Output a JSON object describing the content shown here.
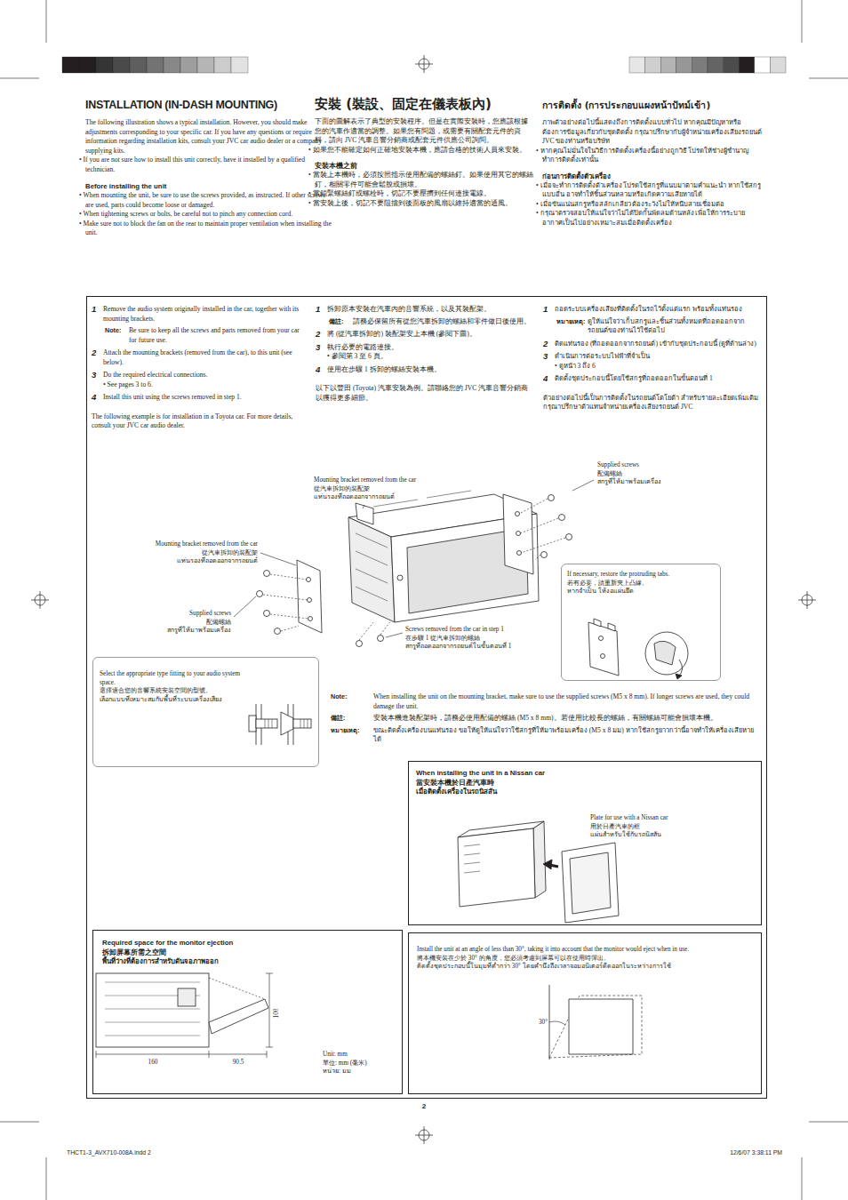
{
  "diagram": {
    "nodes": [
      {
        "text": [
          "1",
          "Remove the audio system originally installed in the car, together with its mounting brackets.",
          "Note:",
          "Be sure to keep all the screws and parts removed from your car for future use.",
          "2",
          "Attach the mounting brackets (removed from the car), to this unit (see below).",
          "3",
          "Do the required electrical connections.",
          "• See pages 3 to 6.",
          "4",
          "Install this unit using the screws removed in step 1.",
          "The following example is for installation in a Toyota car. For more details, consult your JVC car audio dealer.",
          "1",
          "拆卸原本安裝在汽車內的音響系統，以及其裝配架。",
          "備註:",
          "請務必保留所有從您汽車拆卸的螺絲和零件做日後使用。",
          "2",
          "將 (從汽車拆卸的) 裝配架安上本機 (參閱下圖)。",
          "3",
          "執行必要的電路連接。",
          "• 參閱第 3 至 6 頁。",
          "4",
          "使用在步驟 1 拆卸的螺絲安裝本機。",
          "以下以豐田 (Toyota) 汽車安裝為例。請聯絡您的 JVC 汽車音響分銷商以獲得更多細節。",
          "1",
          "ถอดระบบเครื่องเสียงที่ติดตั้งในรถไว้ตั้งแต่แรก พร้อมทั้งแท่นรอง",
          "หมายเหตุ:",
          "ดูให้แน่ใจว่าเก็บสกรูและชิ้นส่วนทั้งหมดที่ถอดออกจากรถยนต์ของท่านไว้ใช้ต่อไป",
          "2",
          "ติดแท่นรอง (ที่ถอดออกจากรถยนต์) เข้ากับชุดประกอบนี้ (ดูที่ด้านล่าง)",
          "3",
          "ดำเนินการต่อระบบไฟฟ้าที่จำเป็น",
          "• ดูหน้า 3 ถึง 6",
          "4",
          "ติดตั้งชุดประกอบนี้โดยใช้สกรูที่ถอดออกในขั้นตอนที่ 1",
          "ตัวอย่างต่อไปนี้เป็นการติดตั้งในรถยนต์โตโยต้า สำหรับรายละเอียดเพิ่มเติม กรุณาปรึกษาตัวแทนจำหน่ายเครื่องเสียงรถยนต์ JVC",
          "Note:",
          "When installing the unit on the mounting bracket, make sure to use the supplied screws (M5 x 8 mm). If longer screws are used, they could damage the unit.",
          "備註:",
          "安裝本機進裝配架時，請務必使用配備的螺絲 (M5 x 8 mm)。若使用比較長的螺絲，有關螺絲可能會損壞本機。",
          "หมายเหตุ:",
          "ขณะติดตั้งเครื่องบนแท่นรอง ขอให้ดูให้แน่ใจว่าใช้สกรูที่ให้มาพร้อมเครื่อง (M5 x 8 มม) หากใช้สกรูยาวกว่านี้อาจทำให้เครื่องเสียหายได้"
        ]
      },
      {
        "text": [
          "Select the appropriate type fitting to your audio system space.",
          "選擇適合您的音響系統安裝空間的型號。",
          "เลือกแบบที่เหมาะสมกับพื้นที่ระบบเครื่องเสียง"
        ],
        "in": 0
      },
      {
        "text": [
          "If necessary, restore the protruding tabs.",
          "若有必要，請重新夾上凸緣。",
          "หากจำเป็น ให้งอแผ่นยึด"
        ],
        "in": 0
      },
      {
        "text": [
          "When installing the unit in a Nissan car",
          "當安裝本機於日產汽車時",
          "เมื่อติดตั้งเครื่องในรถนิสสัน",
          "Plate for use with a Nissan car",
          "用於日產汽車的框",
          "แผ่นสำหรับใช้กับรถนิสสัน"
        ],
        "in": 0
      },
      {
        "text": [
          "Required space for the monitor ejection",
          "拆卸屏幕所需之空間",
          "พื้นที่ว่างที่ต้องการสำหรับดันจอภาพออก",
          "Unit: mm",
          "單位: mm (毫米)",
          "หน่วย: มม"
        ],
        "in": 0
      },
      {
        "text": [
          "Install the unit at an angle of less than 30°, taking it into account that the monitor would eject when in use.",
          "將本機安裝在少於 30° 的角度，您必須考慮到屏幕可以在使用時彈出。",
          "ติดตั้งชุดประกอบนี้ในมุมที่ต่ำกว่า 30° โดยคำนึงถึงเวลาจอมอนิเตอร์ดีดออกในระหว่างการใช้"
        ],
        "in": 0
      }
    ],
    "labels": [
      "INSTALLATION (IN-DASH MOUNTING)",
      "The following illustration shows a typical installation. However, you should make adjustments corresponding to your specific car. If you have any questions or require information regarding installation kits, consult your JVC car audio dealer or a company supplying kits.",
      "• If you are not sure how to install this unit correctly, have it installed by a qualified technician.",
      "Before installing the unit",
      "• When mounting the unit, be sure to use the screws provided, as instructed. If other screws are used, parts could become loose or damaged.",
      "• When tightening screws or bolts, be careful not to pinch any connection cord.",
      "• Make sure not to block the fan on the rear to maintain proper ventilation when installing the unit.",
      "安裝 (裝設、固定在儀表板內)",
      "下面的圖解表示了典型的安裝程序。但是在實際安裝時，您應該根據您的汽車作適當的調整。如果您有問題，或需要有關配套元件的資料，請向 JVC 汽車音響分銷商或配套元件供應公司詢問。",
      "• 如果您不能確定如何正確地安裝本機，應請合格的技術人員來安裝。",
      "安裝本機之前",
      "• 當裝上本機時，必須按照指示使用配備的螺絲釘。如果使用其它的螺絲釘，相關零件可能會鬆脫或損壞。",
      "• 當鎖緊螺絲釘或螺栓時，切記不要壓擠到任何連接電線。",
      "• 當安裝上後，切記不要阻擋到後面板的風扇以維持適當的通風。",
      "การติดตั้ง (การประกอบแผงหน้าปัทม์เข้า)",
      "ภาพตัวอย่างต่อไปนี้แสดงถึงการติดตั้งแบบทั่วไป หากคุณมีปัญหาหรือต้องการข้อมูลเกี่ยวกับชุดติดตั้ง กรุณาปรึกษากับผู้จำหน่ายเครื่องเสียงรถยนต์ JVC ของท่านหรือบริษัท",
      "• หากคุณไม่มั่นใจในวิธีการติดตั้งเครื่องนี้อย่างถูกวิธี โปรดให้ช่างผู้ชำนาญทำการติดตั้งเท่านั้น",
      "ก่อนการติดตั้งตัวเครื่อง",
      "• เมื่อจะทำการติดตั้งตัวเครื่อง โปรดใช้สกรูที่แนบมาตามคำแนะนำ หากใช้สกรูแบบอื่น อาจทำให้ชิ้นส่วนหลวมหรือเกิดความเสียหายได้",
      "• เมื่อขันแน่นสกรูหรือสลักเกลียว ต้องระวังไม่ให้หนีบสายเชื่อมต่อ",
      "• กรุณาตรวจสอบให้แน่ใจว่าไม่ได้ปิดกั้นพัดลมด้านหลัง เพื่อให้การระบายอากาศเป็นไปอย่างเหมาะสมเมื่อติดตั้งเครื่อง",
      "Mounting bracket removed from the car",
      "從汽車拆卸的裝配架",
      "แท่นรองที่ถอดออกจากรถยนต์",
      "Supplied screws",
      "配備螺絲",
      "สกรูที่ให้มาพร้อมเครื่อง",
      "Mounting bracket removed from the car",
      "從汽車拆卸的裝配架",
      "แท่นรองที่ถอดออกจากรถยนต์",
      "Supplied screws",
      "配備螺絲",
      "สกรูที่ให้มาพร้อมเครื่อง",
      "Screws removed from the car in step 1",
      "在步驟 1 從汽車拆卸的螺絲",
      "สกรูที่ถอดออกจากรถยนต์ในขั้นตอนที่ 1",
      "100",
      "160",
      "90.5",
      "30°",
      "2",
      "THCT1-3_AVX710-008A.indd 2",
      "12/6/07 3:38:11 PM"
    ]
  }
}
